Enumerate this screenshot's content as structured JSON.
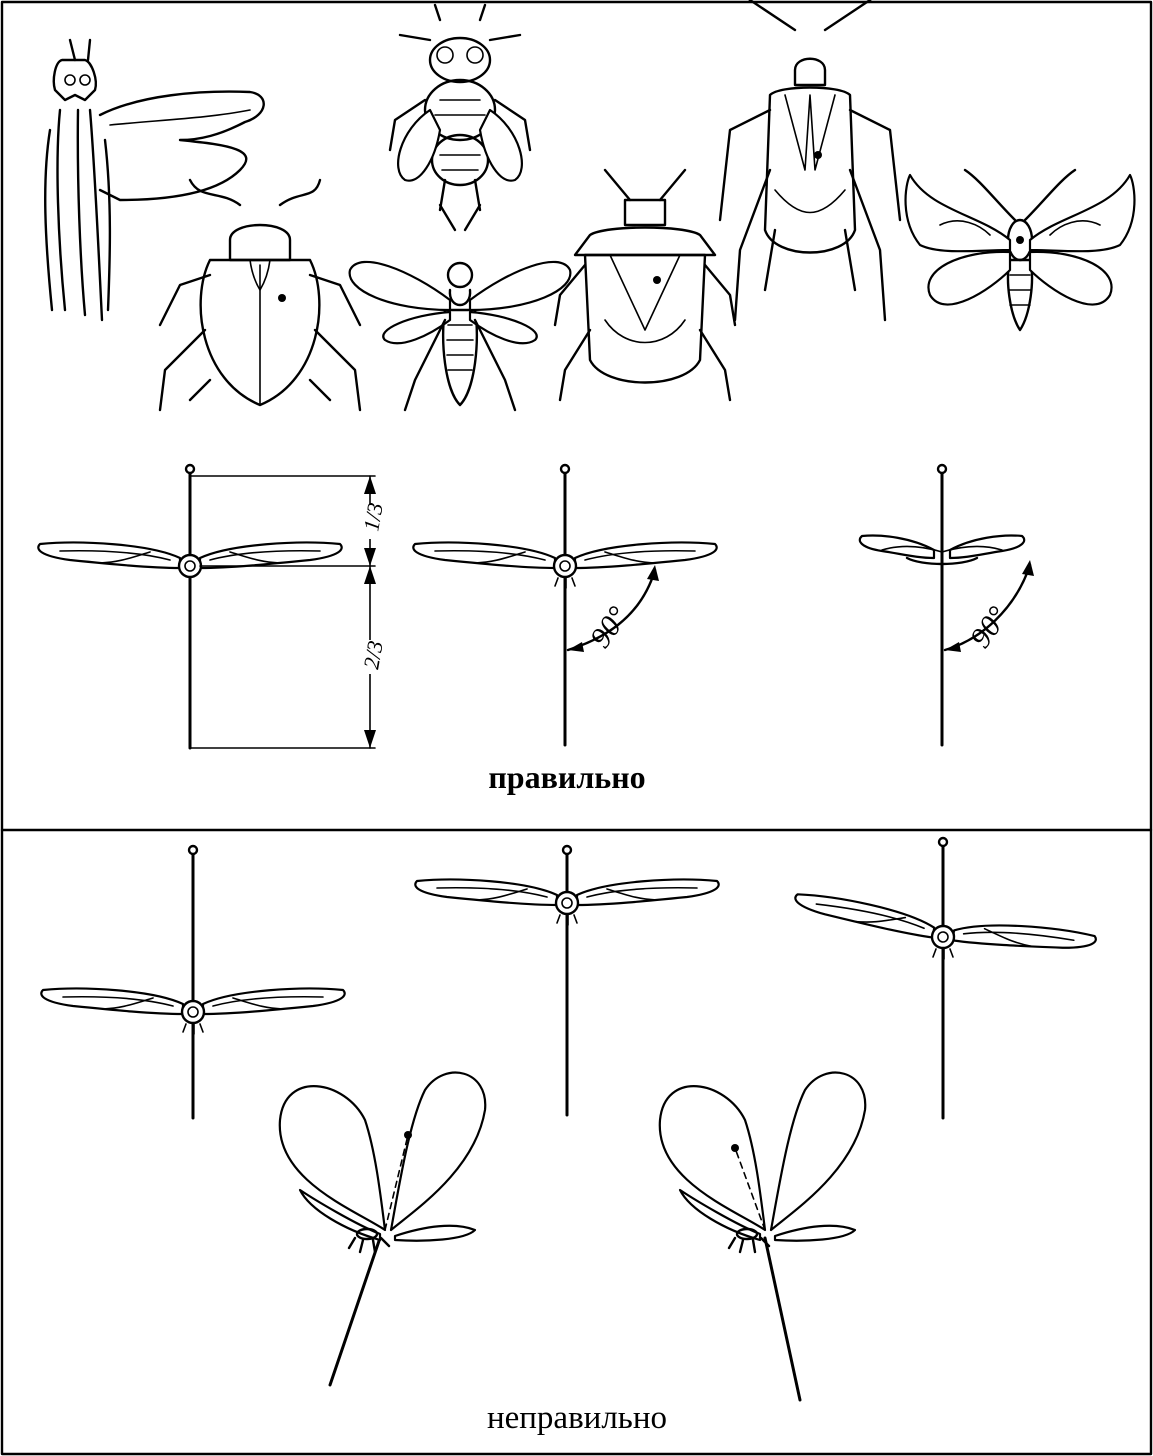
{
  "panels": {
    "correct": {
      "caption": "правильно"
    },
    "incorrect": {
      "caption": "неправильно"
    }
  },
  "dimensions": {
    "upper_fraction": "1/3",
    "lower_fraction": "2/3",
    "angle": "90°"
  },
  "specimens": [
    "grasshopper-icon",
    "fly-icon",
    "leaf-beetle-icon",
    "bug-icon",
    "lacewing-icon",
    "shield-bug-icon",
    "moth-icon"
  ]
}
